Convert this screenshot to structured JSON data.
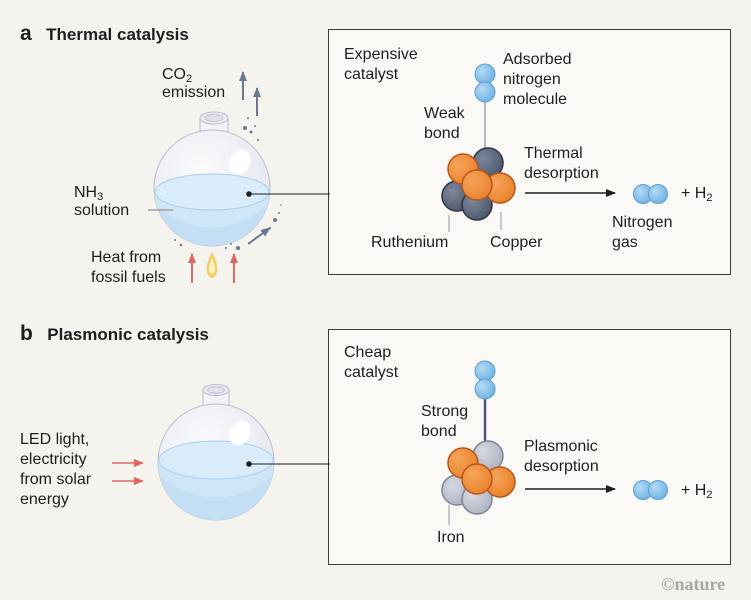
{
  "panel_a": {
    "letter": "a",
    "title": "Thermal catalysis",
    "co2_label": "CO",
    "co2_sub": "2",
    "emission_label": "emission",
    "nh3_label": "NH",
    "nh3_sub": "3",
    "solution_label": "solution",
    "heat_label": "Heat from\nfossil fuels",
    "box": {
      "catalyst_label": "Expensive\ncatalyst",
      "adsorbed_label": "Adsorbed\nnitrogen\nmolecule",
      "bond_label": "Weak\nbond",
      "desorption_label": "Thermal\ndesorption",
      "product_h2": "+ H",
      "product_h2_sub": "2",
      "product_label": "Nitrogen\ngas",
      "metal_1_label": "Ruthenium",
      "metal_2_label": "Copper"
    }
  },
  "panel_b": {
    "letter": "b",
    "title": "Plasmonic catalysis",
    "energy_label": "LED light,\nelectricity\nfrom solar\nenergy",
    "box": {
      "catalyst_label": "Cheap\ncatalyst",
      "bond_label": "Strong\nbond",
      "desorption_label": "Plasmonic\ndesorption",
      "product_h2": "+ H",
      "product_h2_sub": "2",
      "metal_1_label": "Iron"
    }
  },
  "credit": "©nature",
  "colors": {
    "background": "#f4f3ee",
    "ruthenium": "#5e6b82",
    "copper": "#f0923b",
    "iron": "#c3c7d3",
    "nitrogen": "#8ec5ea",
    "liquid": "#cfe6f7",
    "heat_arrow": "#e06565",
    "co2_arrow": "#6a7890",
    "flame": "#f2cd62"
  }
}
